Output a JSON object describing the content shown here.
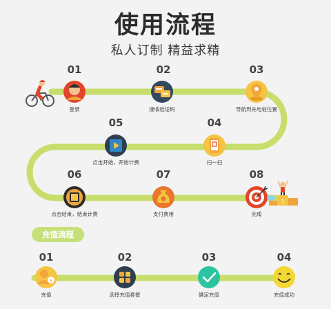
{
  "header": {
    "title": "使用流程",
    "subtitle": "私人订制 精益求精"
  },
  "colors": {
    "track": "#c8de6c",
    "badge": "#c6e07a",
    "text": "#444444"
  },
  "usage_flow": {
    "steps": [
      {
        "number": "01",
        "label": "登录",
        "icon": "user-avatar-icon"
      },
      {
        "number": "02",
        "label": "接收验证码",
        "icon": "verification-code-icon"
      },
      {
        "number": "03",
        "label": "导航到充电桩位置",
        "icon": "location-pin-icon"
      },
      {
        "number": "04",
        "label": "扫一扫",
        "icon": "scan-phone-icon"
      },
      {
        "number": "05",
        "label": "点击开始，开始计费",
        "icon": "play-button-icon"
      },
      {
        "number": "06",
        "label": "点击结束，结束计费",
        "icon": "stop-button-icon"
      },
      {
        "number": "07",
        "label": "支付费用",
        "icon": "money-bag-icon"
      },
      {
        "number": "08",
        "label": "完成",
        "icon": "target-icon"
      }
    ]
  },
  "recharge_flow": {
    "title": "充值流程",
    "steps": [
      {
        "number": "01",
        "label": "充值",
        "icon": "user-recharge-icon"
      },
      {
        "number": "02",
        "label": "选择充值套餐",
        "icon": "package-grid-icon"
      },
      {
        "number": "03",
        "label": "确定充值",
        "icon": "checkmark-icon"
      },
      {
        "number": "04",
        "label": "充值成功",
        "icon": "smile-icon"
      }
    ]
  }
}
